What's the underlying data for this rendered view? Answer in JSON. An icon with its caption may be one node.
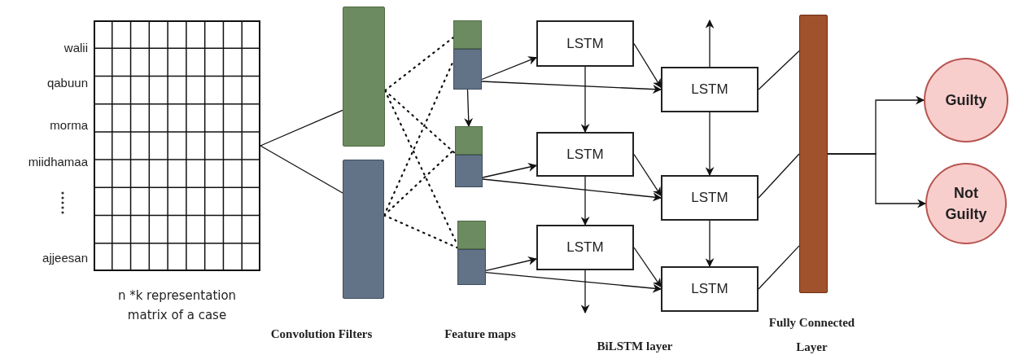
{
  "diagram": {
    "nodes": [
      {
        "text": [],
        "shape": "box",
        "beside": [
          "n *k representation matrix of a case"
        ]
      },
      {
        "text": [],
        "shape": "bar"
      },
      {
        "text": [],
        "shape": "bar"
      },
      {
        "text": [],
        "shape": "box"
      },
      {
        "text": [],
        "shape": "box"
      },
      {
        "text": [],
        "shape": "box"
      },
      {
        "text": [],
        "shape": "box"
      },
      {
        "text": [],
        "shape": "box"
      },
      {
        "text": [],
        "shape": "box"
      },
      {
        "text": [
          "LSTM"
        ]
      },
      {
        "text": [
          "LSTM"
        ]
      },
      {
        "text": [
          "LSTM"
        ]
      },
      {
        "text": [
          "LSTM"
        ]
      },
      {
        "text": [
          "LSTM"
        ]
      },
      {
        "text": [
          "LSTM"
        ]
      },
      {
        "text": [],
        "shape": "bar"
      },
      {
        "text": [
          "Guilty"
        ]
      },
      {
        "text": [
          "Not Guilty"
        ]
      }
    ],
    "edges": [
      {
        "from": 0,
        "to": 1,
        "arrow": "none"
      },
      {
        "from": 0,
        "to": 2,
        "arrow": "none"
      },
      {
        "from": 1,
        "to": 3,
        "arrow": "none",
        "style": "dashed"
      },
      {
        "from": 1,
        "to": 5,
        "arrow": "none",
        "style": "dashed"
      },
      {
        "from": 1,
        "to": 7,
        "arrow": "none",
        "style": "dashed"
      },
      {
        "from": 2,
        "to": 4,
        "arrow": "none",
        "style": "dashed"
      },
      {
        "from": 2,
        "to": 5,
        "arrow": "none",
        "style": "dashed"
      },
      {
        "from": 2,
        "to": 7,
        "arrow": "none",
        "style": "dashed"
      },
      {
        "from": 4,
        "to": 5,
        "arrow": "to"
      },
      {
        "from": 4,
        "to": 9,
        "arrow": "to"
      },
      {
        "from": 4,
        "to": 12,
        "arrow": "to"
      },
      {
        "from": 6,
        "to": 10,
        "arrow": "to"
      },
      {
        "from": 6,
        "to": 13,
        "arrow": "to"
      },
      {
        "from": 8,
        "to": 11,
        "arrow": "to"
      },
      {
        "from": 8,
        "to": 14,
        "arrow": "to"
      },
      {
        "from": 9,
        "to": 12,
        "arrow": "to"
      },
      {
        "from": 10,
        "to": 13,
        "arrow": "to"
      },
      {
        "from": 11,
        "to": 14,
        "arrow": "to"
      },
      {
        "from": 9,
        "to": 10,
        "arrow": "to"
      },
      {
        "from": 10,
        "to": 11,
        "arrow": "to"
      },
      {
        "from": 11,
        "to": null,
        "arrow": "to"
      },
      {
        "from": 12,
        "to": null,
        "arrow": "to"
      },
      {
        "from": 12,
        "to": 13,
        "arrow": "to"
      },
      {
        "from": 13,
        "to": 14,
        "arrow": "to"
      },
      {
        "from": 12,
        "to": 15,
        "arrow": "none"
      },
      {
        "from": 13,
        "to": 15,
        "arrow": "none"
      },
      {
        "from": 14,
        "to": 15,
        "arrow": "none"
      },
      {
        "from": 15,
        "to": 16,
        "arrow": "to"
      },
      {
        "from": 15,
        "to": 17,
        "arrow": "to"
      }
    ],
    "labels": [
      "walii",
      "qabuun",
      "morma",
      "miidhamaa",
      "ajjeesan",
      "Convolution Filters",
      "Feature maps",
      "BiLSTM layer",
      "Fully Connected Layer"
    ]
  }
}
